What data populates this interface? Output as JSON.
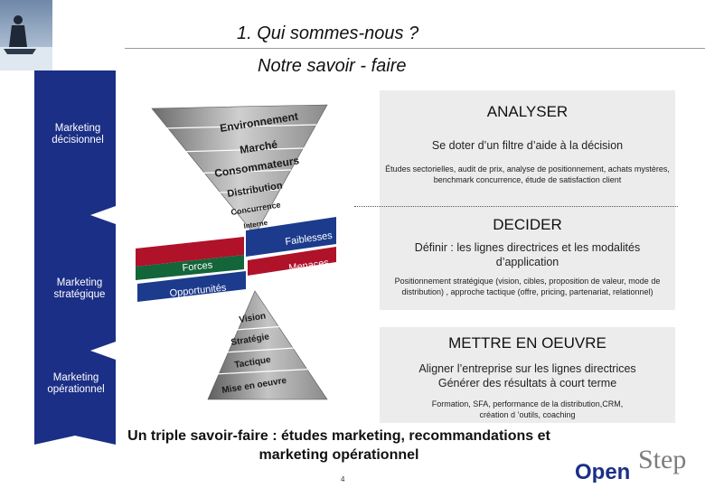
{
  "header": {
    "title": "1. Qui sommes-nous ?",
    "subtitle": "Notre savoir - faire"
  },
  "side_labels": {
    "decisionnel": "Marketing décisionnel",
    "strategique": "Marketing stratégique",
    "operationnel": "Marketing opérationnel"
  },
  "pyramid": {
    "top_layers": [
      "Environnement",
      "Marché",
      "Consommateurs",
      "Distribution",
      "Concurrence",
      "Interne"
    ],
    "swot": {
      "forces": "Forces",
      "opportunites": "Opportunités",
      "faiblesses": "Faiblesses",
      "menaces": "Menaces"
    },
    "bottom_layers": [
      "Vision",
      "Stratégie",
      "Tactique",
      "Mise en oeuvre"
    ]
  },
  "panels": {
    "analyser": {
      "heading": "ANALYSER",
      "line": "Se doter d’un filtre d’aide à la décision",
      "detail": "Études sectorielles, audit de prix, analyse de positionnement, achats mystères, benchmark concurrence, étude de satisfaction client"
    },
    "decider": {
      "heading": "DECIDER",
      "line": "Définir : les lignes directrices et les modalités d’application",
      "detail": "Positionnement stratégique (vision, cibles, proposition de valeur, mode de distribution) , approche tactique (offre, pricing, partenariat, relationnel)"
    },
    "oeuvre": {
      "heading": "METTRE EN OEUVRE",
      "line1": "Aligner l’entreprise sur les lignes directrices",
      "line2": "Générer des résultats à court terme",
      "detail1": "Formation, SFA, performance de la distribution,CRM,",
      "detail2": "création d ’outils, coaching"
    }
  },
  "footer": {
    "conclusion": "Un triple savoir-faire : études marketing, recommandations et marketing opérationnel",
    "page_number": "4",
    "brand_part1": "Open",
    "brand_part2": "Step"
  },
  "colors": {
    "navy": "#1b2f86",
    "panel_bg": "#ececec",
    "pyramid_gray": "#9a9a9a",
    "swot_green": "#14653a",
    "swot_red": "#b0122a",
    "swot_blue": "#1c3b8c"
  }
}
